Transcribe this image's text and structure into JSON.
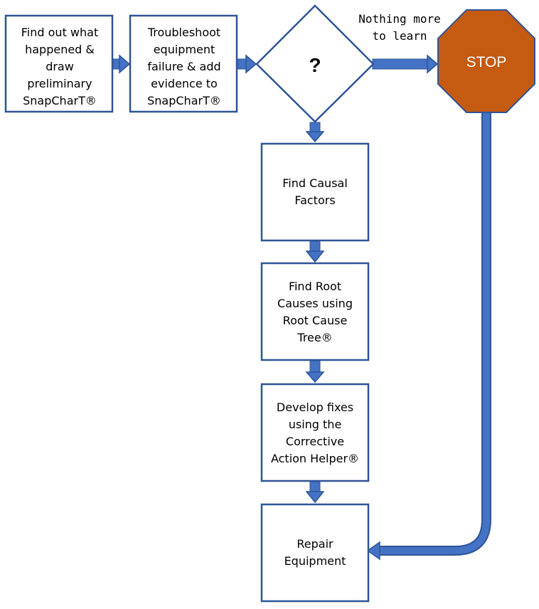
{
  "colors": {
    "box_stroke": "#2f5597",
    "arrow": "#4472c4",
    "arrow_stroke": "#2f5597",
    "stop_fill": "#c55a11",
    "stop_stroke": "#2f5597",
    "text": "#000000",
    "stop_text": "#ffffff"
  },
  "steps": {
    "find_out": [
      "Find out what",
      "happened &",
      "draw",
      "preliminary",
      "SnapCharT®"
    ],
    "troubleshoot": [
      "Troubleshoot",
      "equipment",
      "failure & add",
      "evidence to",
      "SnapCharT®"
    ],
    "decision": "?",
    "causal_factors": [
      "Find Causal",
      "Factors"
    ],
    "root_causes": [
      "Find Root",
      "Causes using",
      "Root Cause",
      "Tree®"
    ],
    "develop_fixes": [
      "Develop fixes",
      "using the",
      "Corrective",
      "Action Helper®"
    ],
    "repair": [
      "Repair",
      "Equipment"
    ]
  },
  "stop": {
    "label": "STOP"
  },
  "note": {
    "lines": [
      "Nothing more",
      "to learn"
    ]
  }
}
